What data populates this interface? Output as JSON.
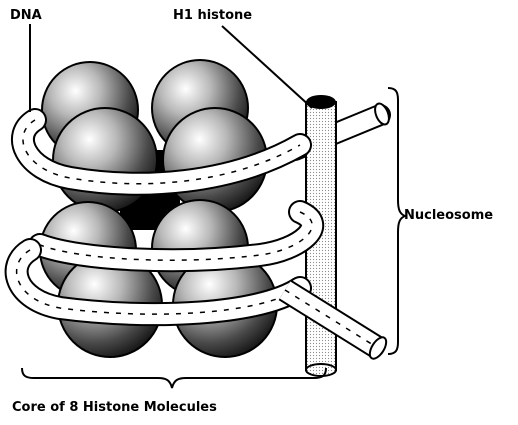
{
  "labels": {
    "dna": "DNA",
    "h1_histone": "H1 histone",
    "nucleosome": "Nucleosome",
    "core": "Core of 8 Histone Molecules"
  }
}
